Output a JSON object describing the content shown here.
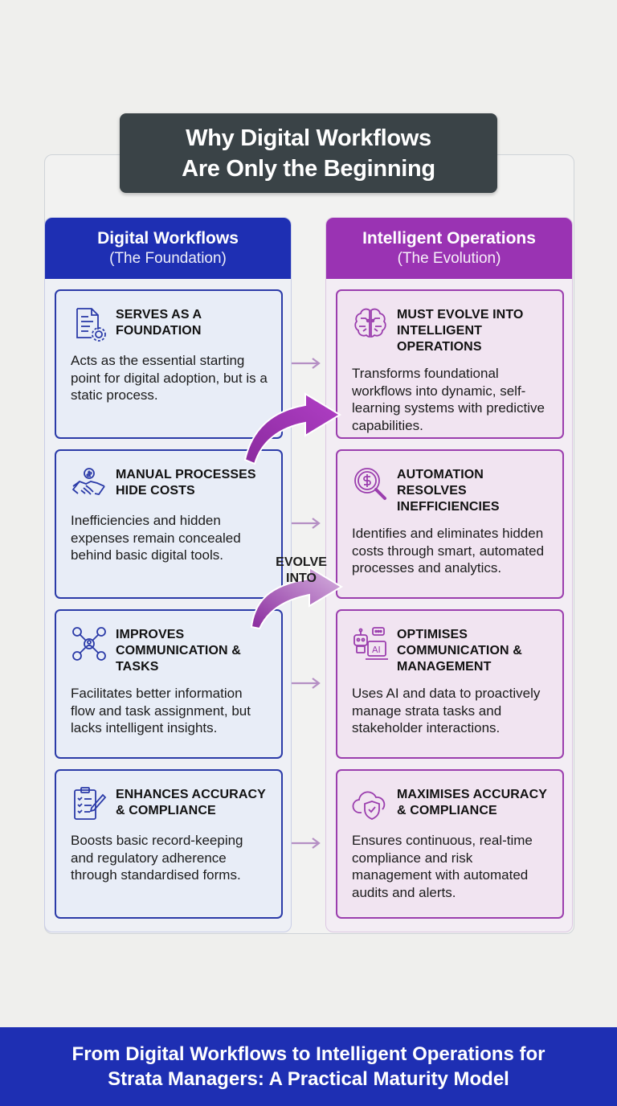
{
  "title": "Why Digital Workflows\nAre Only the Beginning",
  "left_column": {
    "title": "Digital Workflows",
    "subtitle": "(The Foundation)",
    "cards": [
      {
        "title": "SERVES AS A FOUNDATION",
        "desc": "Acts as the essential starting point for digital adoption, but is a static process.",
        "icon": "document-gear-icon"
      },
      {
        "title": "MANUAL PROCESSES HIDE COSTS",
        "desc": "Inefficiencies and hidden expenses remain concealed behind basic digital tools.",
        "icon": "handshake-coin-icon"
      },
      {
        "title": "IMPROVES COMMUNICATION & TASKS",
        "desc": "Facilitates better information flow and task assignment, but lacks intelligent insights.",
        "icon": "network-people-icon"
      },
      {
        "title": "ENHANCES ACCURACY & COMPLIANCE",
        "desc": "Boosts basic record-keeping and regulatory adherence through standardised forms.",
        "icon": "checklist-pen-icon"
      }
    ]
  },
  "right_column": {
    "title": "Intelligent Operations",
    "subtitle": "(The Evolution)",
    "cards": [
      {
        "title": "MUST EVOLVE INTO INTELLIGENT OPERATIONS",
        "desc": "Transforms foundational workflows into dynamic, self-learning systems with predictive capabilities.",
        "icon": "brain-circuit-icon"
      },
      {
        "title": "AUTOMATION RESOLVES INEFFICIENCIES",
        "desc": "Identifies and eliminates hidden costs through smart, automated processes and analytics.",
        "icon": "magnifier-dollar-icon"
      },
      {
        "title": "OPTIMISES COMMUNICATION & MANAGEMENT",
        "desc": "Uses AI and data to proactively manage strata tasks and stakeholder interactions.",
        "icon": "robot-ai-icon"
      },
      {
        "title": "MAXIMISES ACCURACY & COMPLIANCE",
        "desc": "Ensures continuous, real-time compliance and risk management with automated audits and alerts.",
        "icon": "cloud-shield-icon"
      }
    ]
  },
  "arrow_label": "EVOLVE\nINTO",
  "footer": "From Digital Workflows to Intelligent Operations for\nStrata Managers: A Practical Maturity Model",
  "colors": {
    "blue": "#1e2fb3",
    "purple": "#9a33b3",
    "title_bg": "#3a4347",
    "arrow_light": "#b58fc4"
  }
}
